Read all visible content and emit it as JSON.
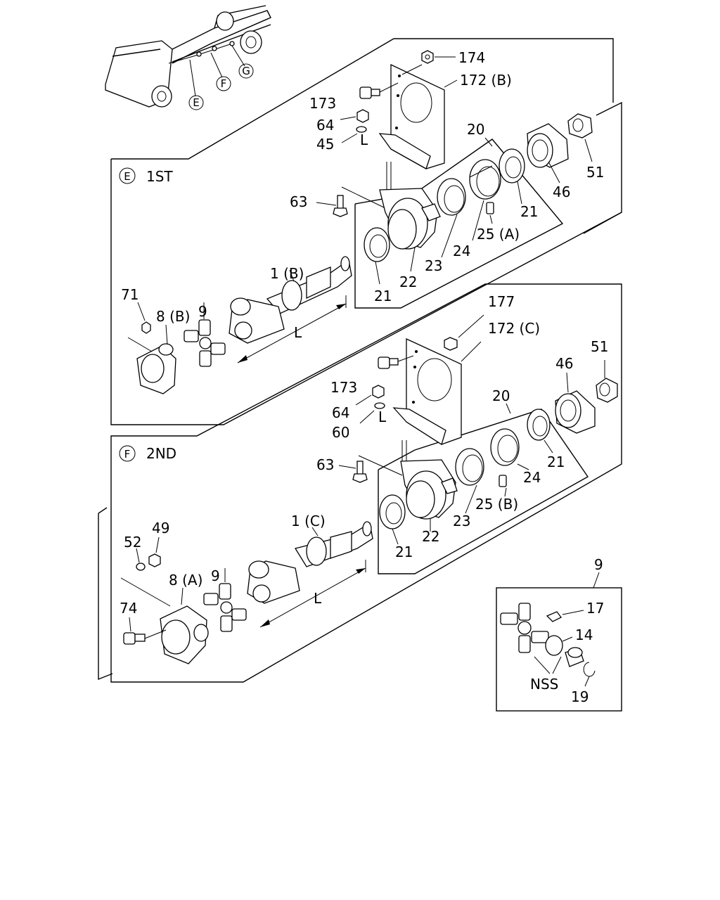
{
  "sections": {
    "first": {
      "marker": "E",
      "title": "1ST"
    },
    "second": {
      "marker": "F",
      "title": "2ND"
    }
  },
  "truck_markers": [
    "E",
    "F",
    "G"
  ],
  "labels": {
    "p174": "174",
    "p172b": "172 (B)",
    "p173a": "173",
    "p64a": "64",
    "p45": "45",
    "p20a": "20",
    "p63a": "63",
    "p51a": "51",
    "p46a": "46",
    "p21a": "21",
    "p25a": "25 (A)",
    "p24a": "24",
    "p23a": "23",
    "p22a": "22",
    "p21b": "21",
    "p1b": "1 (B)",
    "p71": "71",
    "p8b": "8 (B)",
    "p9a": "9",
    "pLa": "L",
    "p177": "177",
    "p172c": "172 (C)",
    "p51b": "51",
    "p46b": "46",
    "p173b": "173",
    "p20b": "20",
    "p64b": "64",
    "p60": "60",
    "p21c": "21",
    "p63b": "63",
    "p24b": "24",
    "p25b": "25 (B)",
    "p23b": "23",
    "p22b": "22",
    "p21d": "21",
    "p1c": "1 (C)",
    "p49": "49",
    "p52": "52",
    "p8a": "8 (A)",
    "p9b": "9",
    "pLb": "L",
    "p74": "74",
    "p9c": "9",
    "p17": "17",
    "p14": "14",
    "pNSS": "NSS",
    "p19": "19",
    "pLa1": "L",
    "pLa2": "L"
  }
}
